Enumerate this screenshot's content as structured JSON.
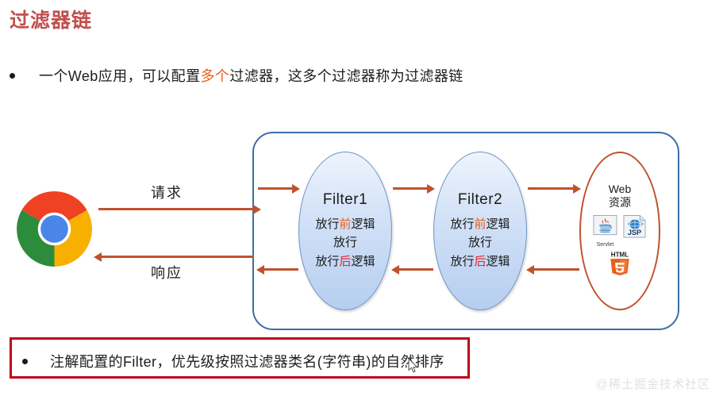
{
  "slide": {
    "title": "过滤器链",
    "top_bullet": {
      "prefix": "一个Web应用，可以配置",
      "highlight": "多个",
      "suffix": "过滤器，这多个过滤器称为过滤器链"
    },
    "note_bullet": {
      "text": "注解配置的Filter，优先级按照过滤器类名(字符串)的自然排序"
    }
  },
  "diagram": {
    "client_icon": "chrome-logo",
    "flow_labels": {
      "request": "请求",
      "response": "响应"
    },
    "filters": [
      {
        "title": "Filter1",
        "line1_prefix": "放行",
        "line1_highlight": "前",
        "line1_suffix": "逻辑",
        "line2": "放行",
        "line3_prefix": "放行",
        "line3_highlight": "后",
        "line3_suffix": "逻辑"
      },
      {
        "title": "Filter2",
        "line1_prefix": "放行",
        "line1_highlight": "前",
        "line1_suffix": "逻辑",
        "line2": "放行",
        "line3_prefix": "放行",
        "line3_highlight": "后",
        "line3_suffix": "逻辑"
      }
    ],
    "web_resource": {
      "line1": "Web",
      "line2": "资源",
      "icons": [
        {
          "name": "servlet-icon",
          "caption": "Servlet"
        },
        {
          "name": "jsp-icon",
          "caption": "JSP"
        },
        {
          "name": "html5-icon",
          "caption": "HTML"
        }
      ]
    },
    "arrows": [
      {
        "name": "arrow-request-out",
        "direction": "right"
      },
      {
        "name": "arrow-response-in",
        "direction": "left"
      },
      {
        "name": "arrow-into-filter1",
        "direction": "right"
      },
      {
        "name": "arrow-out-filter1",
        "direction": "left"
      },
      {
        "name": "arrow-filter1-to-filter2",
        "direction": "right"
      },
      {
        "name": "arrow-filter2-to-filter1",
        "direction": "left"
      },
      {
        "name": "arrow-filter2-to-web",
        "direction": "right"
      },
      {
        "name": "arrow-web-to-filter2",
        "direction": "left"
      }
    ]
  },
  "watermark": {
    "text": "@稀土掘金技术社区"
  },
  "colors": {
    "title": "#c0504d",
    "highlight_orange": "#e8601c",
    "highlight_red": "#e8242a",
    "arrow": "#c0522d",
    "chain_box_border": "#3a6ea5",
    "note_box_border": "#c00020",
    "web_ellipse_border": "#c0522d",
    "filter_fill": "#b6cef0",
    "watermark": "#e2e2e2"
  }
}
